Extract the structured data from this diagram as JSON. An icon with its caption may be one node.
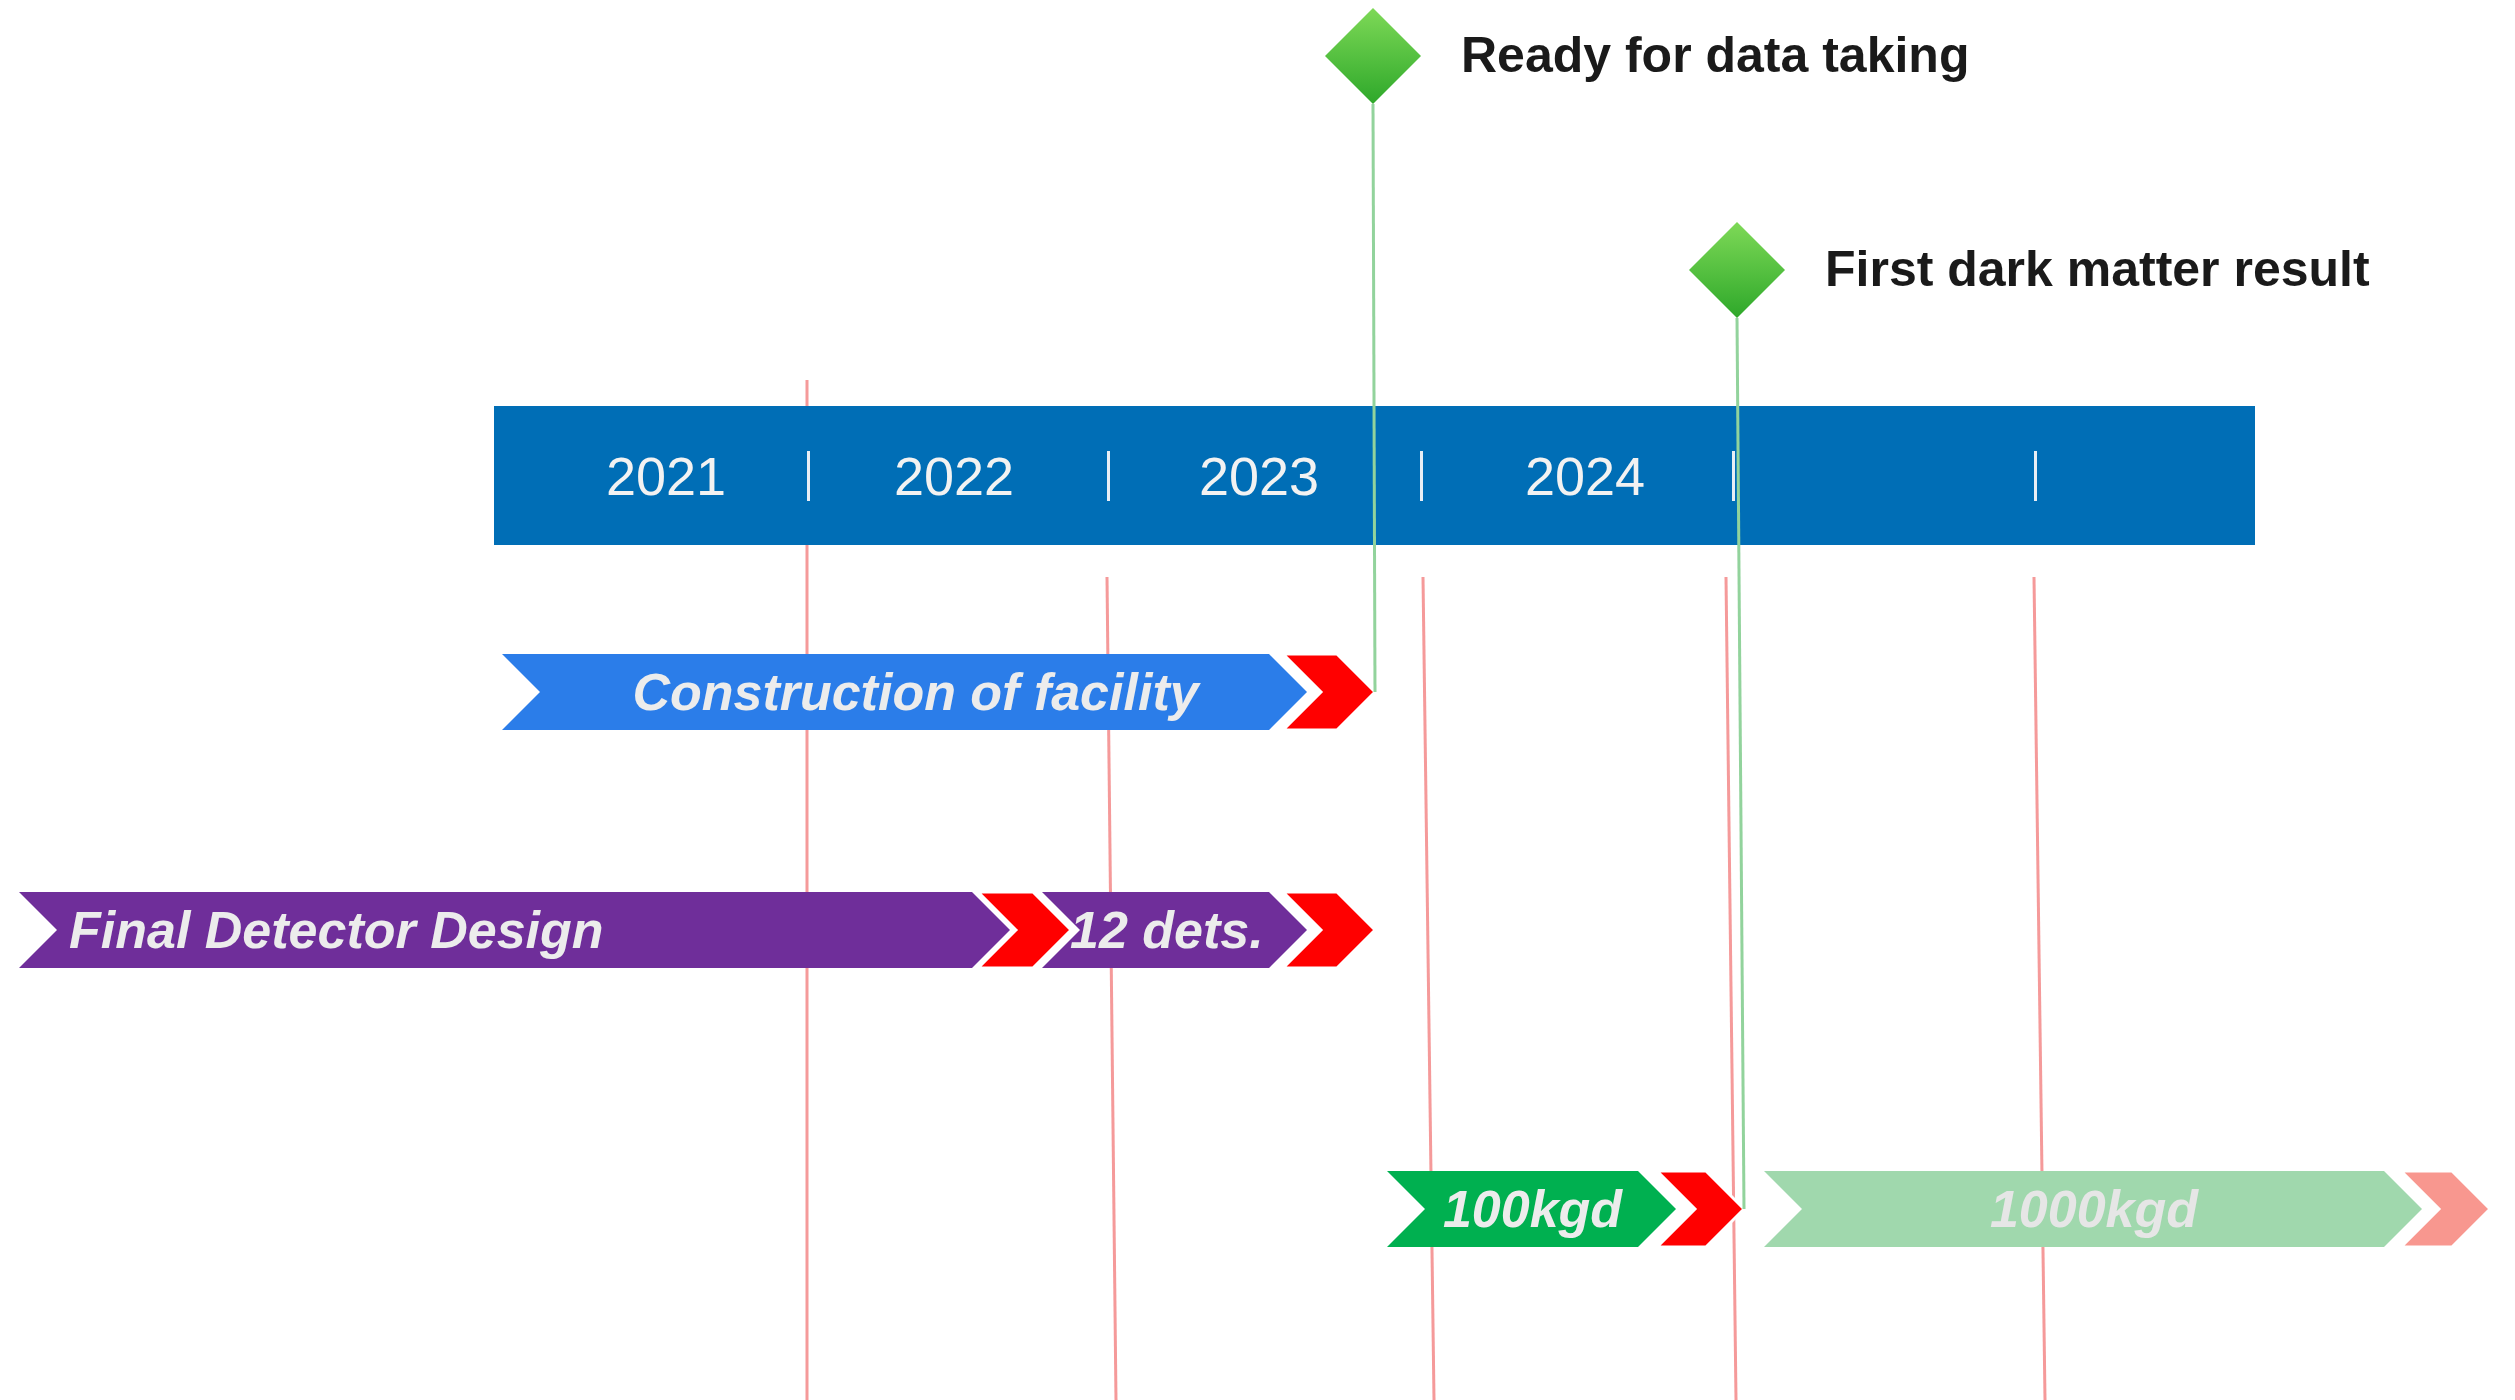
{
  "diagram": {
    "nodes": [
      {
        "text": [],
        "shape": "diamond",
        "beside": [
          "Ready for data taking"
        ]
      },
      {
        "text": [],
        "shape": "diamond",
        "beside": [
          "First dark matter result"
        ]
      },
      {
        "text": [
          "2021",
          "2022",
          "2023",
          "2024"
        ]
      },
      {
        "text": [
          "Construction of facility"
        ]
      },
      {
        "text": [
          "Final Detector Design"
        ]
      },
      {
        "text": [
          "12 dets."
        ]
      },
      {
        "text": [
          "100kgd"
        ]
      },
      {
        "text": [
          "1000kgd"
        ]
      }
    ],
    "edges": [
      {
        "from": 0,
        "to": 3,
        "arrow": "none"
      },
      {
        "from": 1,
        "to": 6,
        "arrow": "none"
      }
    ]
  }
}
